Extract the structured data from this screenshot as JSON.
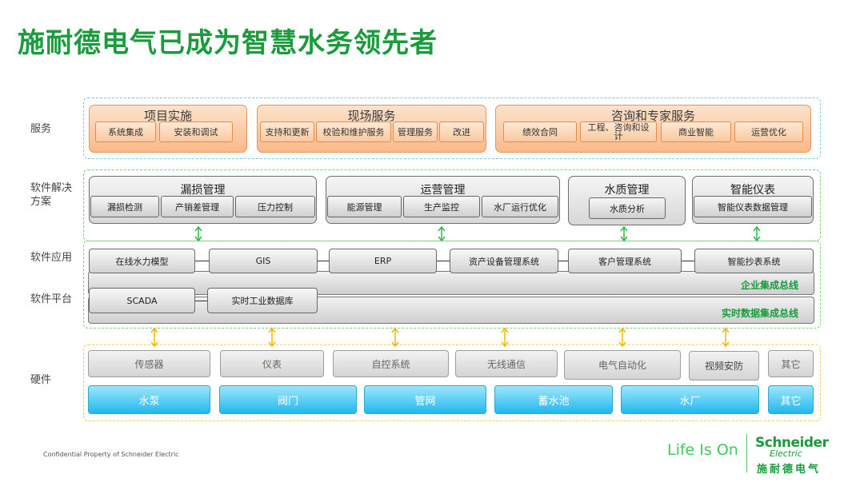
{
  "title": "施耐德电气已成为智慧水务领先者",
  "row_labels": {
    "services": "服务",
    "solutions": "软件解决方案",
    "apps": "软件应用",
    "platform": "软件平台",
    "hardware": "硬件"
  },
  "services": [
    {
      "title": "项目实施",
      "items": [
        "系统集成",
        "安装和调试"
      ]
    },
    {
      "title": "现场服务",
      "items": [
        "支持和更新",
        "校验和维护服务",
        "管理服务",
        "改进"
      ]
    },
    {
      "title": "咨询和专家服务",
      "items": [
        "绩效合同",
        "工程、咨询和设计",
        "商业智能",
        "运营优化"
      ]
    }
  ],
  "solutions": [
    {
      "title": "漏损管理",
      "items": [
        "漏损检测",
        "产销差管理",
        "压力控制"
      ]
    },
    {
      "title": "运营管理",
      "items": [
        "能源管理",
        "生产监控",
        "水厂运行优化"
      ]
    },
    {
      "title": "水质管理",
      "items": [
        "水质分析"
      ]
    },
    {
      "title": "智能仪表",
      "items": [
        "智能仪表数据管理"
      ]
    }
  ],
  "apps": [
    "在线水力模型",
    "GIS",
    "ERP",
    "资产设备管理系统",
    "客户管理系统",
    "智能抄表系统"
  ],
  "buses": {
    "enterprise": "企业集成总线",
    "realtime": "实时数据集成总线"
  },
  "platform": [
    "SCADA",
    "实时工业数据库"
  ],
  "hardware_top": [
    "传感器",
    "仪表",
    "自控系统",
    "无线通信",
    "电气自动化",
    "视频安防",
    "其它"
  ],
  "hardware_bottom": [
    "水泵",
    "阀门",
    "管网",
    "蓄水池",
    "水厂",
    "其它"
  ],
  "footer": "Confidential Property of Schneider Electric",
  "brand": {
    "slogan": "Life Is On",
    "name": "Schneider",
    "sub": "Electric",
    "cn": "施耐德电气"
  },
  "colors": {
    "title_green": "#1a9b3c",
    "service_orange": "#f9b98a",
    "hardware_blue": "#21b8ee",
    "arrow_green": "#2eb84a",
    "arrow_yellow": "#f2b705"
  }
}
